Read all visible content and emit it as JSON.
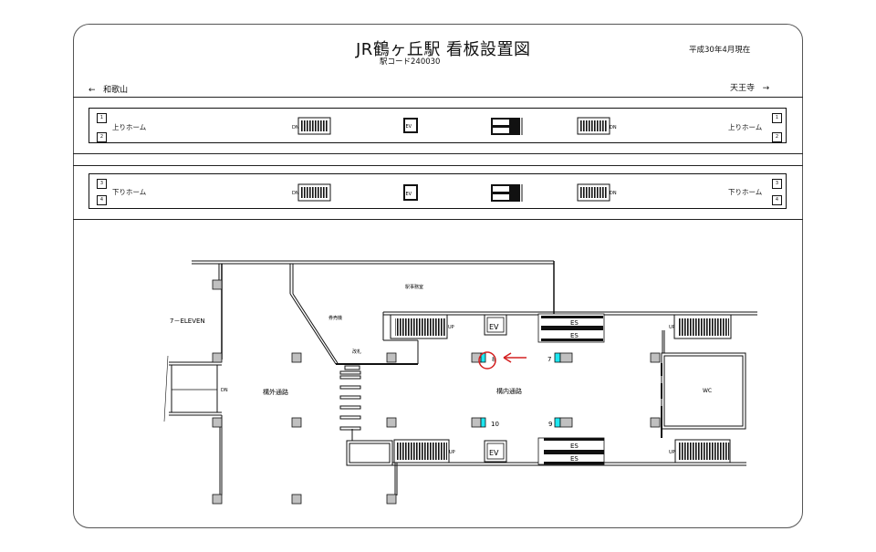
{
  "header": {
    "title": "JR鶴ヶ丘駅 看板設置図",
    "station_code": "駅コード240030",
    "as_of_date": "平成30年4月現在"
  },
  "directions": {
    "left": {
      "arrow": "←",
      "label": "和歌山"
    },
    "right": {
      "arrow": "→",
      "label": "天王寺"
    }
  },
  "platforms": [
    {
      "name": "上りホーム",
      "tracks": [
        "1",
        "2"
      ]
    },
    {
      "name": "下りホーム",
      "tracks": [
        "3",
        "4"
      ]
    }
  ],
  "facilities": {
    "escalator_down": "DN",
    "escalator_up": "UP",
    "elevator": "EV",
    "escalator": "ES"
  },
  "concourse": {
    "seven_eleven": "7－ELEVEN",
    "station_office": "駅事務室",
    "ticket_office": "券売機",
    "ticket_gate": "改札",
    "outside_gate_passage": "構外通路",
    "inside_gate_passage": "構内通路",
    "restroom": "WC",
    "stairs_down": "DN"
  },
  "signs": [
    {
      "number": "7"
    },
    {
      "number": "8",
      "highlighted": true
    },
    {
      "number": "9"
    },
    {
      "number": "10"
    }
  ],
  "colors": {
    "sign_fill": "#1ee6f0",
    "pillar_fill": "#c0c0c0",
    "highlight": "#d42020"
  }
}
